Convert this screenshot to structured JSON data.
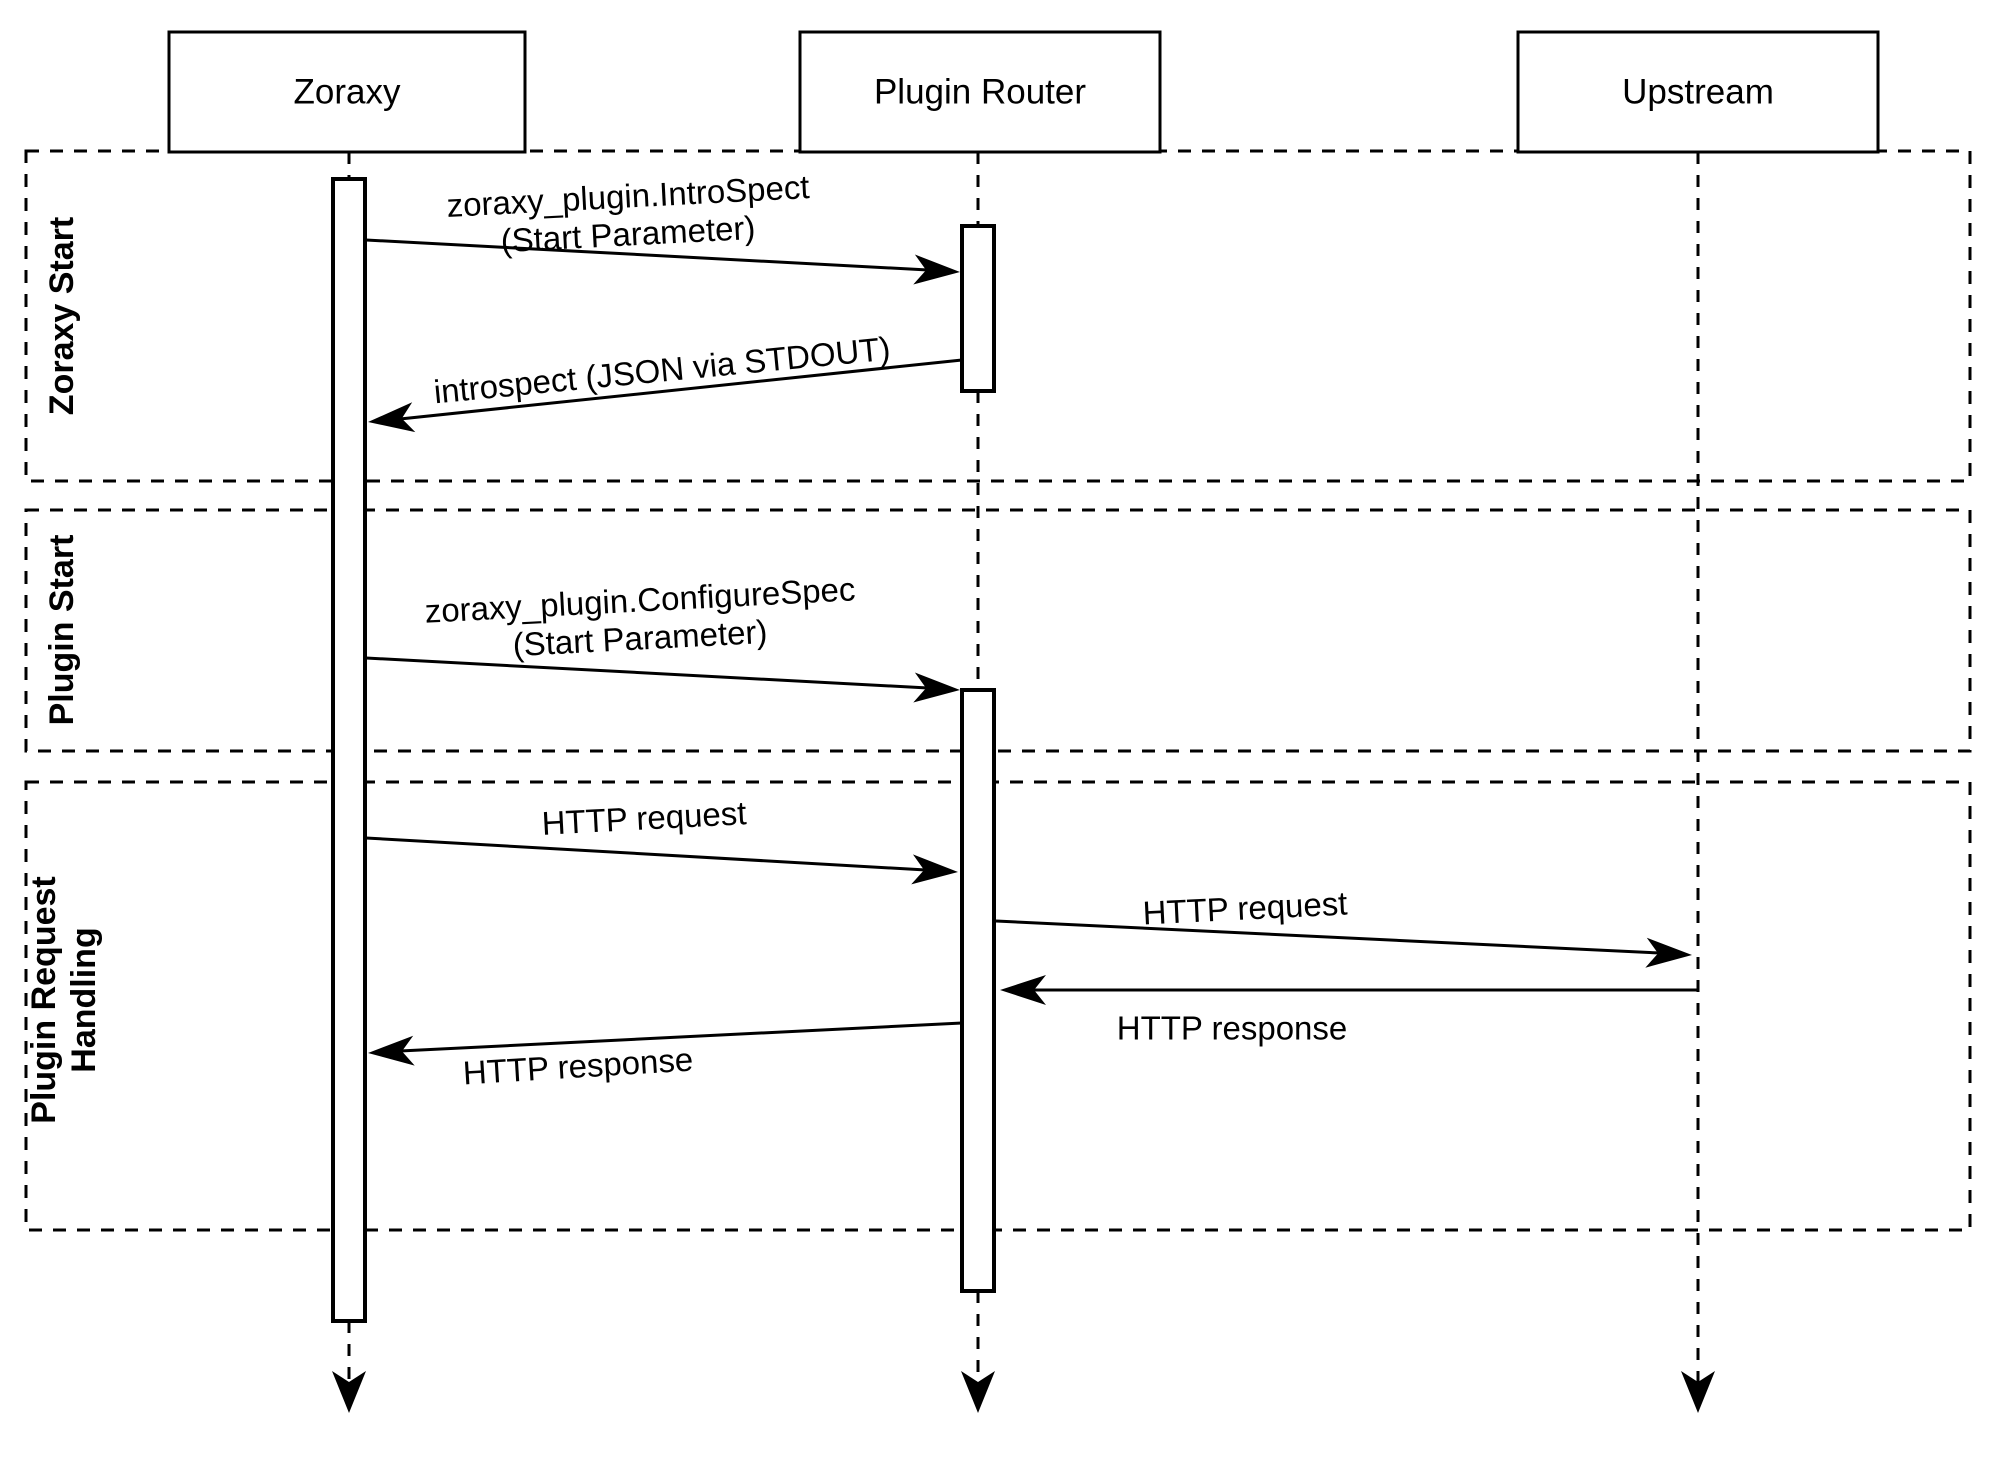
{
  "diagram": {
    "type": "sequence-diagram",
    "colors": {
      "stroke": "#000000",
      "background": "#ffffff",
      "shape_fill": "#ffffff"
    },
    "actors": [
      {
        "label": "Zoraxy"
      },
      {
        "label": "Plugin Router"
      },
      {
        "label": "Upstream"
      }
    ],
    "sections": [
      {
        "lines": [
          "Zoraxy Start"
        ]
      },
      {
        "lines": [
          "Plugin Start"
        ]
      },
      {
        "lines": [
          "Plugin Request",
          "Handling"
        ]
      }
    ],
    "messages": [
      {
        "from": "Zoraxy",
        "to": "Plugin Router",
        "lines": [
          "zoraxy_plugin.IntroSpect",
          "(Start Parameter)"
        ]
      },
      {
        "from": "Plugin Router",
        "to": "Zoraxy",
        "lines": [
          "introspect (JSON via STDOUT)"
        ]
      },
      {
        "from": "Zoraxy",
        "to": "Plugin Router",
        "lines": [
          "zoraxy_plugin.ConfigureSpec",
          "(Start Parameter)"
        ]
      },
      {
        "from": "Zoraxy",
        "to": "Plugin Router",
        "lines": [
          "HTTP request"
        ]
      },
      {
        "from": "Plugin Router",
        "to": "Upstream",
        "lines": [
          "HTTP request"
        ]
      },
      {
        "from": "Upstream",
        "to": "Plugin Router",
        "lines": [
          "HTTP response"
        ]
      },
      {
        "from": "Plugin Router",
        "to": "Zoraxy",
        "lines": [
          "HTTP response"
        ]
      }
    ]
  }
}
